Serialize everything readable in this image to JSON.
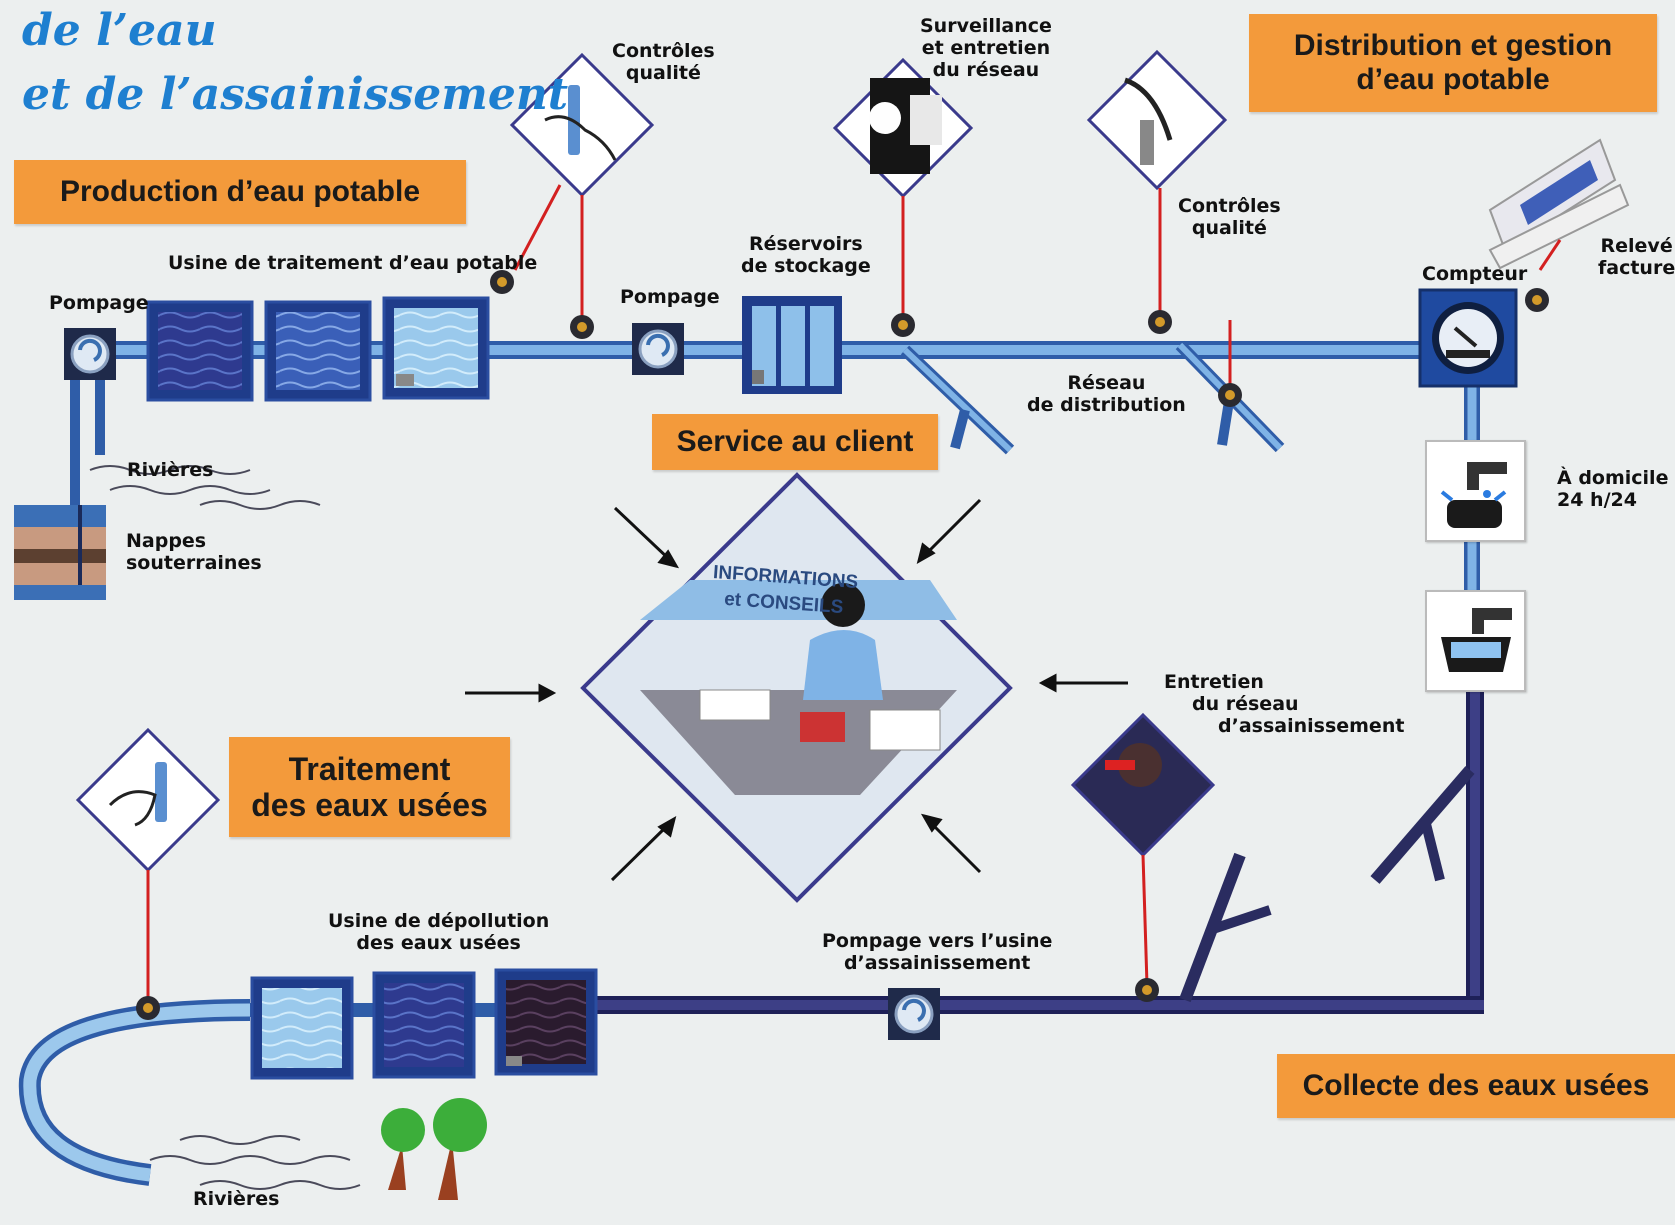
{
  "title": {
    "line1": "de l’eau",
    "line2": "et de l’assainissement"
  },
  "banners": {
    "production": "Production d’eau potable",
    "distribution_l1": "Distribution et gestion",
    "distribution_l2": "d’eau potable",
    "service": "Service au client",
    "traitement_l1": "Traitement",
    "traitement_l2": "des eaux usées",
    "collecte": "Collecte des eaux usées"
  },
  "labels": {
    "controles_qualite_1_l1": "Contrôles",
    "controles_qualite_1_l2": "qualité",
    "surveillance_l1": "Surveillance",
    "surveillance_l2": "et entretien",
    "surveillance_l3": "du réseau",
    "controles_qualite_2_l1": "Contrôles",
    "controles_qualite_2_l2": "qualité",
    "usine_traitement": "Usine de traitement d’eau potable",
    "pompage_1": "Pompage",
    "pompage_2": "Pompage",
    "reservoirs_l1": "Réservoirs",
    "reservoirs_l2": "de stockage",
    "compteur": "Compteur",
    "releve_l1": "Relevé",
    "releve_l2": "facture",
    "reseau_l1": "Réseau",
    "reseau_l2": "de distribution",
    "rivieres_1": "Rivières",
    "nappes_l1": "Nappes",
    "nappes_l2": "souterraines",
    "domicile_l1": "À domicile",
    "domicile_l2": "24 h/24",
    "entretien_l1": "Entretien",
    "entretien_l2": "du réseau",
    "entretien_l3": "d’assainissement",
    "depollution_l1": "Usine de dépollution",
    "depollution_l2": "des eaux usées",
    "pompage_vers_l1": "Pompage vers l’usine",
    "pompage_vers_l2": "d’assainissement",
    "rivieres_2": "Rivières",
    "info_l1": "INFORMATIONS",
    "info_l2": "et CONSEILS"
  },
  "colors": {
    "accent_orange": "#f39a3b",
    "title_blue": "#1e7fd0",
    "pipe_light": "#5b9bd5",
    "pipe_dark": "#2d2f6b",
    "diamond_border": "#3a3a8c",
    "marker_red": "#d32020"
  },
  "icons": [
    "test-tube-hand-icon",
    "operator-screen-icon",
    "sampling-icon",
    "pump-icon",
    "meter-icon",
    "bill-icon",
    "faucet-icon",
    "sink-icon",
    "sewer-worker-icon",
    "customer-service-icon",
    "tree-icon"
  ]
}
